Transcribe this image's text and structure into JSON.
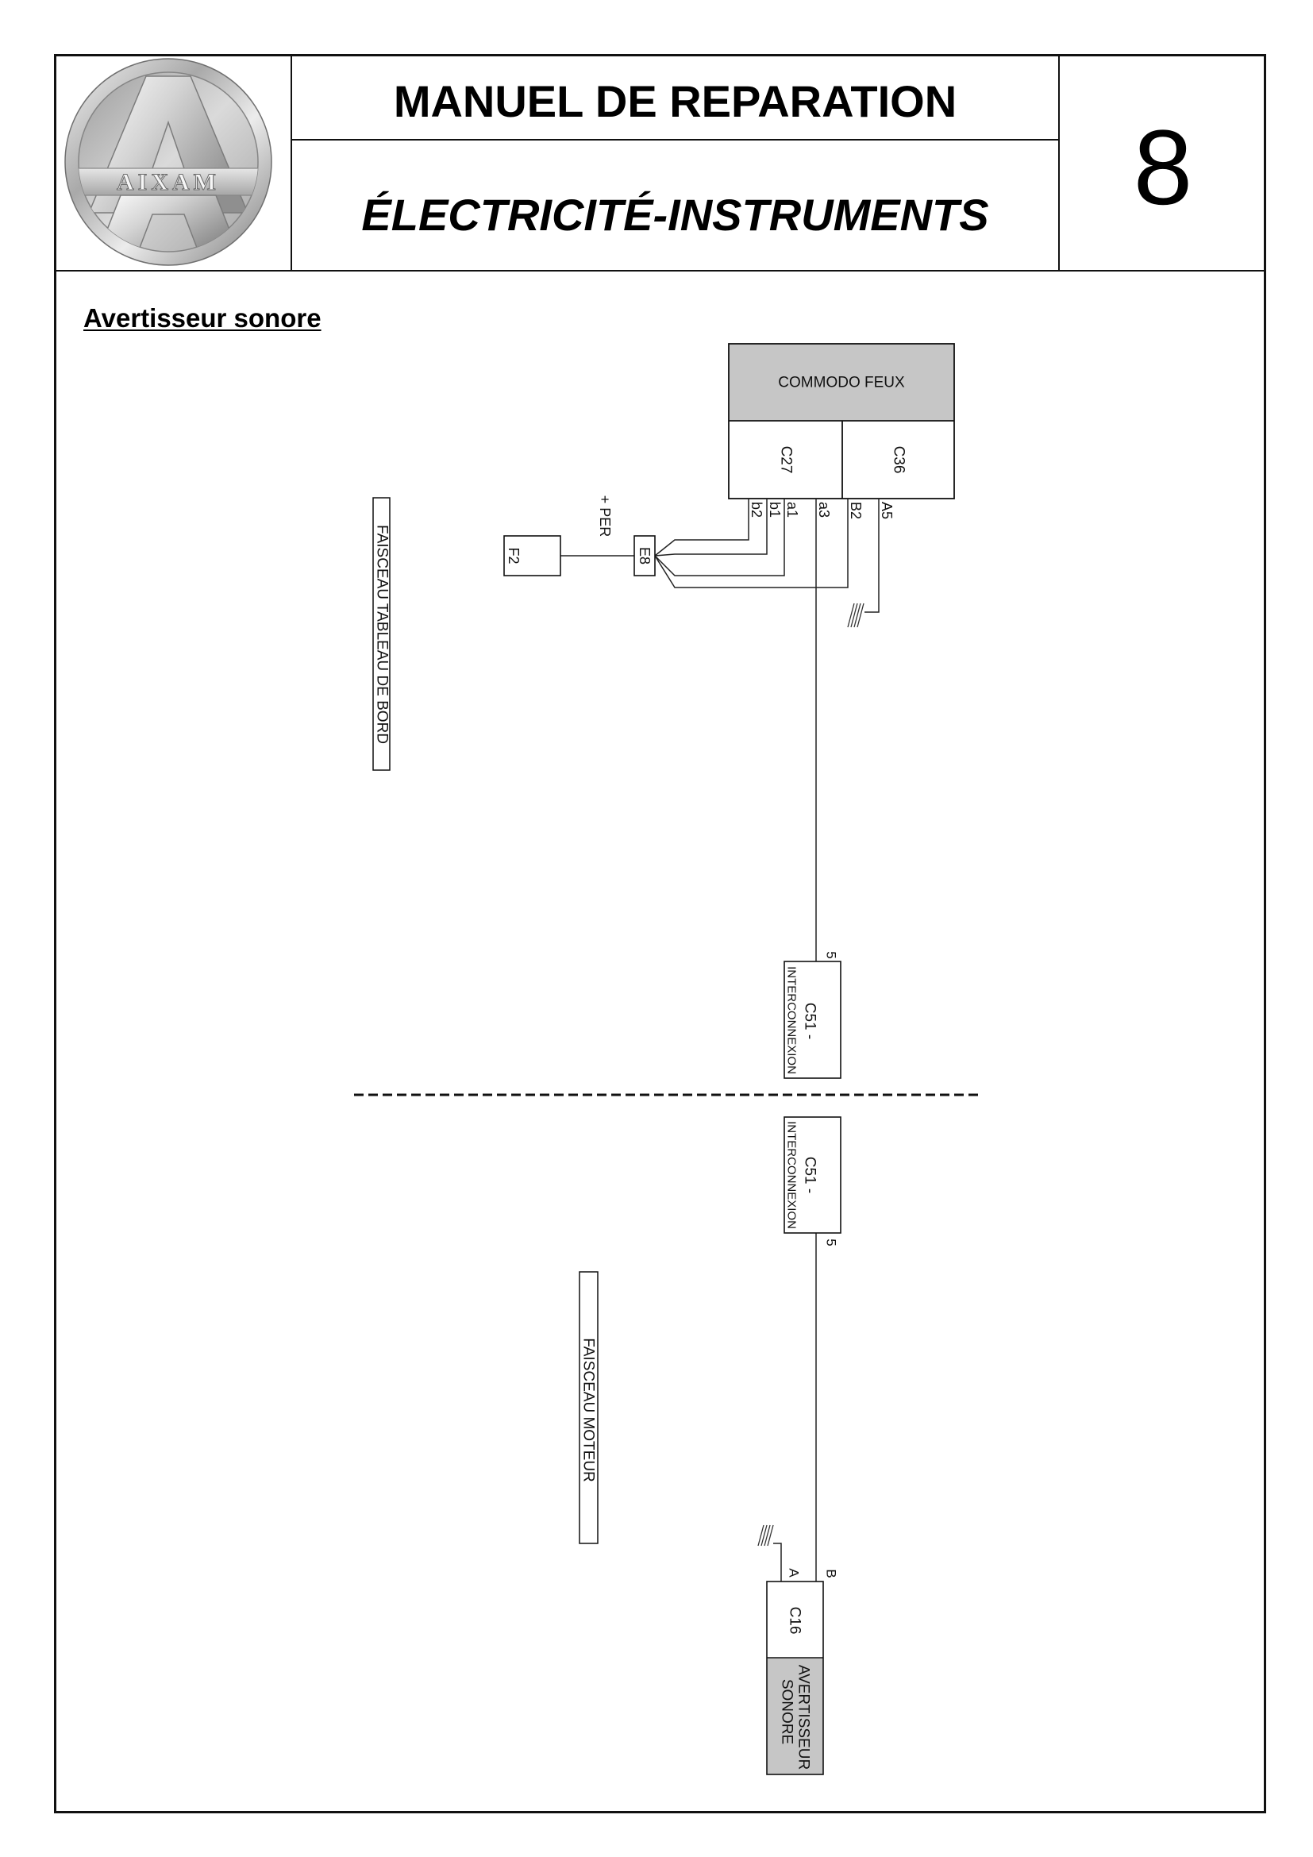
{
  "header": {
    "logo_text": "AIXAM",
    "title": "MANUEL DE REPARATION",
    "subtitle": "ÉLECTRICITÉ-INSTRUMENTS",
    "chapter_number": "8"
  },
  "section_title": "Avertisseur sonore",
  "diagram": {
    "commodo": {
      "name": "COMMODO FEUX",
      "connectors": [
        "C27",
        "C36"
      ],
      "pins": [
        "b2",
        "b1",
        "a1",
        "a3",
        "B2",
        "A5"
      ]
    },
    "supply_label": "+ PER",
    "fuse": "F2",
    "splice": "E8",
    "harness_dashboard": "FAISCEAU TABLEAU DE BORD",
    "harness_engine": "FAISCEAU MOTEUR",
    "interconnection": {
      "connector": "C51 -",
      "name": "INTERCONNEXION",
      "pin": "5"
    },
    "horn": {
      "connector": "C16",
      "name_lines": [
        "AVERTISSEUR",
        "SONORE"
      ],
      "pins": [
        "A",
        "B"
      ]
    }
  },
  "icons": {
    "ground": "ground-icon",
    "logo": "aixam-logo"
  },
  "colors": {
    "line": "#111111",
    "component_shade": "#c6c6c6"
  }
}
